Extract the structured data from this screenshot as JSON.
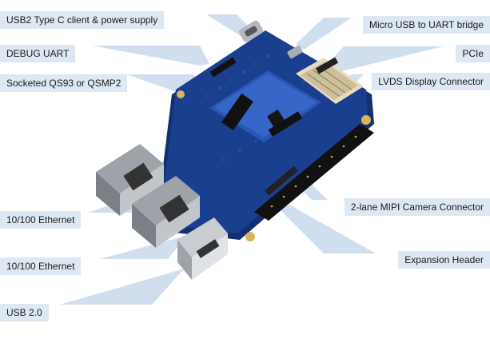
{
  "labels_left": [
    "USB2 Type C client & power supply",
    "DEBUG UART",
    "Socketed QS93 or QSMP2",
    "10/100 Ethernet",
    "10/100 Ethernet",
    "USB 2.0"
  ],
  "labels_right": [
    "Micro USB to UART bridge",
    "PCIe",
    "LVDS Display Connector",
    "2-lane MIPI Camera Connector",
    "Expansion Header"
  ],
  "colors": {
    "label_bg": "#dde8f3",
    "leader": "#c8d9ea",
    "pcb": "#1a3f8f",
    "pcb_edge": "#12306f",
    "header": "#111111"
  }
}
